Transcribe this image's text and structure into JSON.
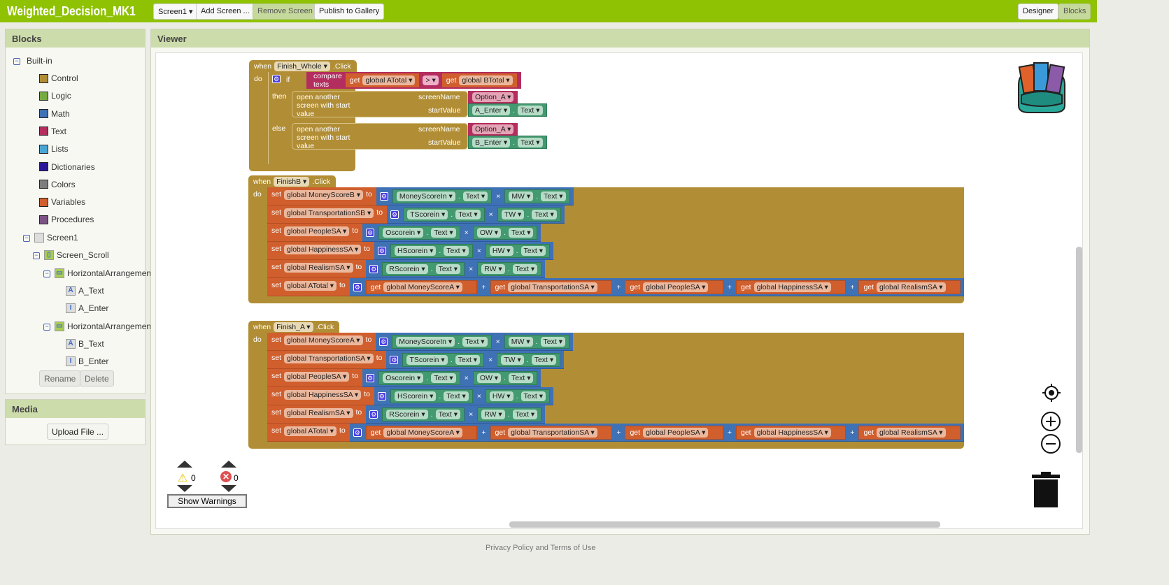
{
  "app": {
    "title": "Weighted_Decision_MK1",
    "screen_select": "Screen1 ▾",
    "add_screen": "Add Screen ...",
    "remove_screen": "Remove Screen",
    "publish": "Publish to Gallery",
    "designer": "Designer",
    "blocks": "Blocks"
  },
  "blocks_panel": {
    "title": "Blocks",
    "builtin": "Built-in",
    "builtin_items": [
      {
        "label": "Control",
        "color": "#b18e35"
      },
      {
        "label": "Logic",
        "color": "#77ab41"
      },
      {
        "label": "Math",
        "color": "#3f71b5"
      },
      {
        "label": "Text",
        "color": "#b32d5e"
      },
      {
        "label": "Lists",
        "color": "#49a6d4"
      },
      {
        "label": "Dictionaries",
        "color": "#2d1799"
      },
      {
        "label": "Colors",
        "color": "#7d7d7d"
      },
      {
        "label": "Variables",
        "color": "#d05f2d"
      },
      {
        "label": "Procedures",
        "color": "#7c5385"
      }
    ],
    "components": [
      {
        "label": "Screen1",
        "icon": "screen-icon",
        "level": 0
      },
      {
        "label": "Screen_Scroll",
        "icon": "vertical-arrangement-icon",
        "level": 1
      },
      {
        "label": "HorizontalArrangemen",
        "icon": "horizontal-arrangement-icon",
        "level": 2
      },
      {
        "label": "A_Text",
        "icon": "label-icon",
        "level": 3
      },
      {
        "label": "A_Enter",
        "icon": "textbox-icon",
        "level": 3
      },
      {
        "label": "HorizontalArrangemen",
        "icon": "horizontal-arrangement-icon",
        "level": 2
      },
      {
        "label": "B_Text",
        "icon": "label-icon",
        "level": 3
      },
      {
        "label": "B_Enter",
        "icon": "textbox-icon",
        "level": 3
      }
    ],
    "rename": "Rename",
    "delete": "Delete"
  },
  "media_panel": {
    "title": "Media",
    "upload": "Upload File ..."
  },
  "viewer": {
    "title": "Viewer",
    "warnings_count": "0",
    "errors_count": "0",
    "show_warnings": "Show Warnings"
  },
  "footer": {
    "text": "Privacy Policy and Terms of Use"
  },
  "workspace": {
    "finish_whole": {
      "when": "when",
      "component": "Finish_Whole",
      "event": ".Click",
      "do": "do",
      "if": "if",
      "then": "then",
      "else": "else",
      "compare": "compare texts",
      "get": "get",
      "left_var": "global ATotal",
      "op": ">",
      "right_var": "global BTotal",
      "open_screen": "open another screen with start value",
      "screen_name_label": "screenName",
      "start_value_label": "startValue",
      "then_screen": "Option_A",
      "then_value_comp": "A_Enter",
      "else_screen": "Option_A",
      "else_value_comp": "B_Enter",
      "prop": "Text"
    },
    "events": [
      {
        "when": "when",
        "component": "FinishB",
        "event": ".Click",
        "do": "do",
        "rows": [
          {
            "var": "global MoneyScoreB",
            "a": "MoneyScoreIn",
            "b": "MW"
          },
          {
            "var": "global TransportationSB",
            "a": "TScorein",
            "b": "TW"
          },
          {
            "var": "global PeopleSA",
            "a": "Oscorein",
            "b": "OW"
          },
          {
            "var": "global HappinessSA",
            "a": "HScorein",
            "b": "HW"
          },
          {
            "var": "global RealismSA",
            "a": "RScorein",
            "b": "RW"
          }
        ],
        "total": {
          "var": "global ATotal",
          "terms": [
            "global MoneyScoreA",
            "global TransportationSA",
            "global PeopleSA",
            "global HappinessSA",
            "global RealismSA"
          ]
        }
      },
      {
        "when": "when",
        "component": "Finish_A",
        "event": ".Click",
        "do": "do",
        "rows": [
          {
            "var": "global MoneyScoreA",
            "a": "MoneyScoreIn",
            "b": "MW"
          },
          {
            "var": "global TransportationSA",
            "a": "TScorein",
            "b": "TW"
          },
          {
            "var": "global PeopleSA",
            "a": "Oscorein",
            "b": "OW"
          },
          {
            "var": "global HappinessSA",
            "a": "HScorein",
            "b": "HW"
          },
          {
            "var": "global RealismSA",
            "a": "RScorein",
            "b": "RW"
          }
        ],
        "total": {
          "var": "global ATotal",
          "terms": [
            "global MoneyScoreA",
            "global TransportationSA",
            "global PeopleSA",
            "global HappinessSA",
            "global RealismSA"
          ]
        }
      }
    ],
    "labels": {
      "set": "set",
      "to": "to",
      "get": "get",
      "prop": "Text",
      "times": "×",
      "plus": "+"
    }
  }
}
